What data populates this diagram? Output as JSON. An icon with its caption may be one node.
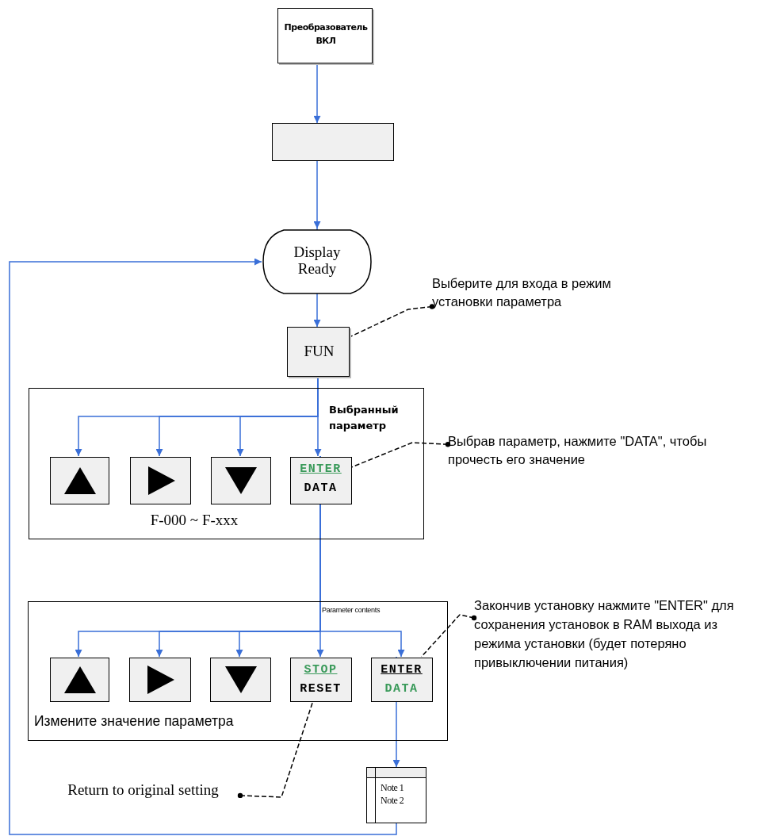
{
  "diagram": {
    "nodes": [
      {
        "text": [
          "Преобразователь ВКЛ"
        ]
      },
      {
        "text": [],
        "shape": "box"
      },
      {
        "text": [
          "Display Ready"
        ]
      },
      {
        "text": [
          "FUN"
        ]
      },
      {
        "text": [
          "Выберите для входа в режим установки параметра"
        ]
      },
      {
        "text": [
          "Выбранный параметр",
          "F-000 ~ F-xxx"
        ]
      },
      {
        "text": [],
        "shape": "box",
        "in": 5
      },
      {
        "text": [],
        "shape": "box",
        "in": 5
      },
      {
        "text": [],
        "shape": "box",
        "in": 5
      },
      {
        "text": [
          "ENTER",
          "DATA"
        ],
        "in": 5
      },
      {
        "text": [
          "Выбрав параметр, нажмите \"DATA\", чтобы прочесть его значение"
        ]
      },
      {
        "text": [
          "Parameter contents",
          "Измените значение параметра"
        ]
      },
      {
        "text": [],
        "shape": "box",
        "in": 11
      },
      {
        "text": [],
        "shape": "box",
        "in": 11
      },
      {
        "text": [],
        "shape": "box",
        "in": 11
      },
      {
        "text": [
          "STOP",
          "RESET"
        ],
        "in": 11
      },
      {
        "text": [
          "ENTER",
          "DATA"
        ],
        "in": 11
      },
      {
        "text": [
          "Закончив установку нажмите \"ENTER\" для сохранения установок в RAM выхода из режима установки (будет потеряно привыключении питания)"
        ]
      },
      {
        "text": [
          "Return to original setting"
        ]
      },
      {
        "text": [
          "Note 1",
          "Note 2"
        ]
      }
    ],
    "edges": [
      {
        "from": 0,
        "to": 1,
        "arrow": "to"
      },
      {
        "from": 1,
        "to": 2,
        "arrow": "to"
      },
      {
        "from": 2,
        "to": 3,
        "arrow": "to"
      },
      {
        "from": 3,
        "to": 6,
        "arrow": "to"
      },
      {
        "from": 3,
        "to": 7,
        "arrow": "to"
      },
      {
        "from": 3,
        "to": 8,
        "arrow": "to"
      },
      {
        "from": 3,
        "to": 9,
        "arrow": "to"
      },
      {
        "from": 9,
        "to": 12,
        "arrow": "to"
      },
      {
        "from": 9,
        "to": 13,
        "arrow": "to"
      },
      {
        "from": 9,
        "to": 14,
        "arrow": "to"
      },
      {
        "from": 9,
        "to": 15,
        "arrow": "to"
      },
      {
        "from": 9,
        "to": 16,
        "arrow": "to"
      },
      {
        "from": 16,
        "to": 19,
        "arrow": "to"
      },
      {
        "from": 19,
        "to": 2,
        "arrow": "to"
      },
      {
        "from": 4,
        "to": 3,
        "arrow": "other",
        "style": "dashed",
        "color": "#000000"
      },
      {
        "from": 10,
        "to": 9,
        "arrow": "other",
        "style": "dashed",
        "color": "#000000"
      },
      {
        "from": 17,
        "to": 16,
        "arrow": "other",
        "style": "dashed",
        "color": "#000000"
      },
      {
        "from": 18,
        "to": 15,
        "arrow": "other",
        "style": "dashed",
        "color": "#000000"
      }
    ]
  }
}
